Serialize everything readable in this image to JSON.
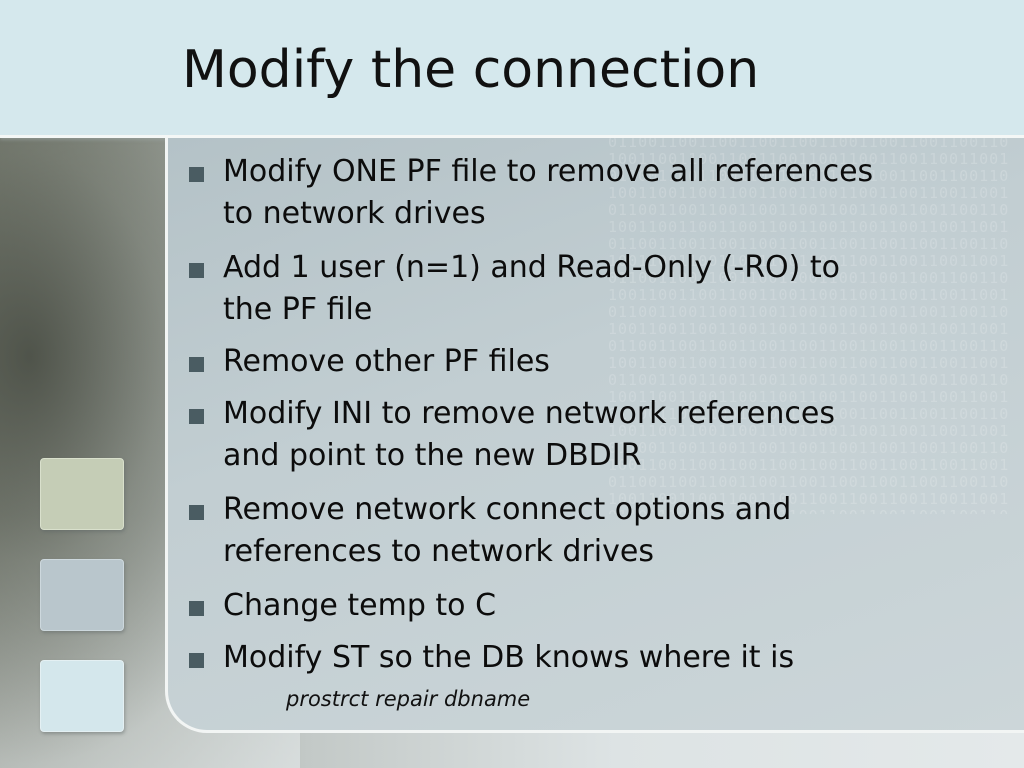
{
  "slide": {
    "title": "Modify the connection",
    "bullets": [
      {
        "line1": "Modify ONE PF file to remove all references",
        "line2": "to network drives"
      },
      {
        "line1": "Add 1 user (n=1) and Read-Only (-RO) to",
        "line2": "the PF file"
      },
      {
        "line1": "Remove other PF files",
        "line2": ""
      },
      {
        "line1": "Modify INI to remove network references",
        "line2": "and point to the new DBDIR"
      },
      {
        "line1": "Remove network connect options and",
        "line2": "references to network drives"
      },
      {
        "line1": "Change temp to C",
        "line2": ""
      },
      {
        "line1": "Modify ST so the DB knows where it is",
        "line2": ""
      }
    ],
    "sub_item": "prostrct repair dbname"
  },
  "colors": {
    "header_bg": "#d5e8ed",
    "panel_bg": "#c2ced2",
    "bullet_square": "#4a5c62",
    "deco_square_1": "#c5cdb6",
    "deco_square_2": "#b9c6cc",
    "deco_square_3": "#d4e7ec"
  }
}
